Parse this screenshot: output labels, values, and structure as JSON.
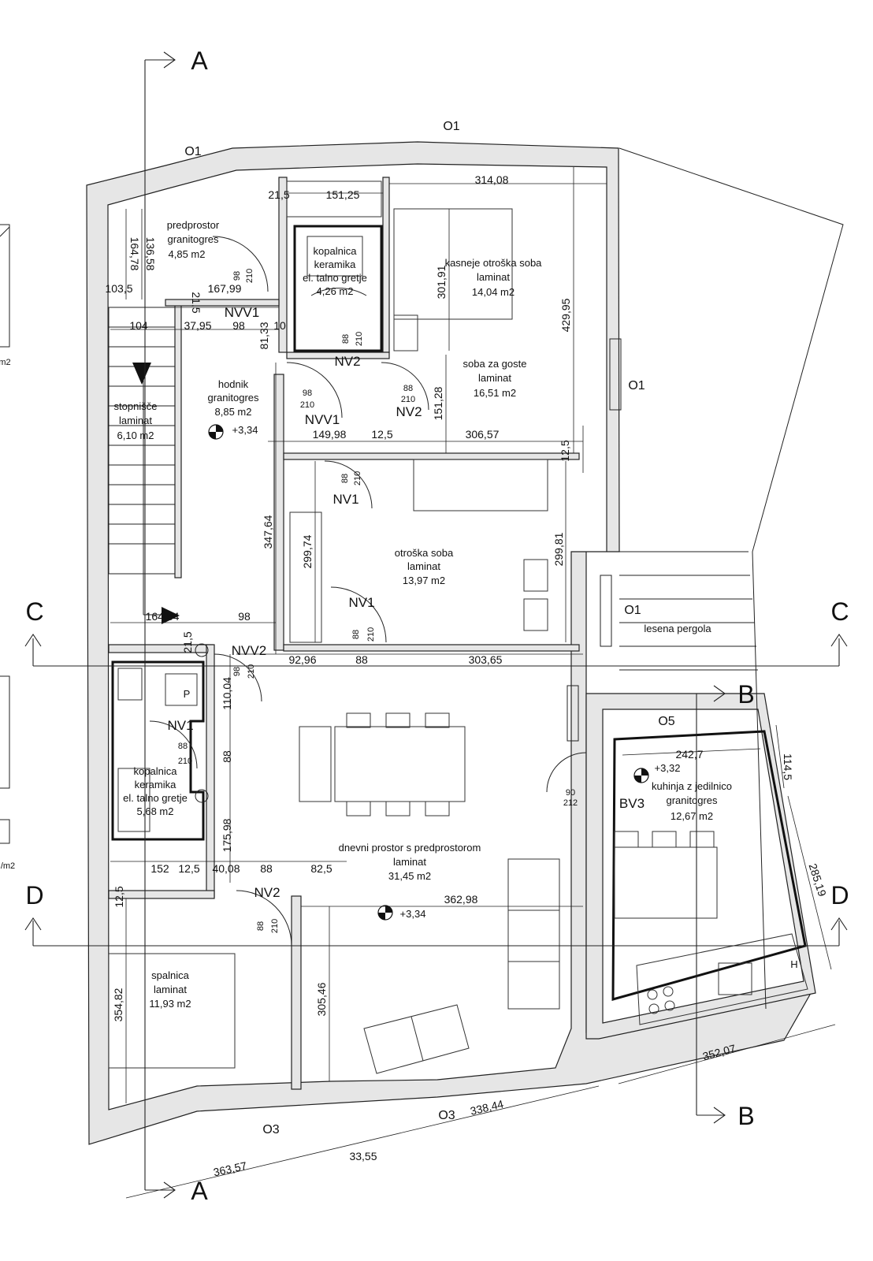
{
  "rooms": [
    {
      "name": "predprostor",
      "floor": "granitogres",
      "area": "4,85 m2"
    },
    {
      "name": "kopalnica",
      "floor": "keramika",
      "extra": "el. talno gretje",
      "area": "4,26 m2"
    },
    {
      "name": "kasneje otroška soba",
      "floor": "laminat",
      "area": "14,04 m2"
    },
    {
      "name": "soba za goste",
      "floor": "laminat",
      "area": "16,51 m2"
    },
    {
      "name": "hodnik",
      "floor": "granitogres",
      "area": "8,85 m2"
    },
    {
      "name": "stopnišče",
      "floor": "laminat",
      "area": "6,10 m2"
    },
    {
      "name": "otroška soba",
      "floor": "laminat",
      "area": "13,97 m2"
    },
    {
      "name": "kopalnica",
      "floor": "keramika",
      "extra": "el. talno gretje",
      "area": "5,68 m2"
    },
    {
      "name": "dnevni prostor s predprostorom",
      "floor": "laminat",
      "area": "31,45 m2"
    },
    {
      "name": "kuhinja z jedilnico",
      "floor": "granitogres",
      "area": "12,67 m2"
    },
    {
      "name": "spalnica",
      "floor": "laminat",
      "area": "11,93 m2"
    }
  ],
  "pergola": "lesena pergola",
  "sections": {
    "a": "A",
    "b": "B",
    "c": "C",
    "d": "D"
  },
  "openings": {
    "o1": "O1",
    "o3": "O3",
    "o5": "O5"
  },
  "doors": {
    "nvv1": "NVV1",
    "nvv2": "NVV2",
    "nv1": "NV1",
    "nv2": "NV2",
    "bv3": "BV3"
  },
  "levels": [
    "+3,34",
    "+3,34",
    "+3,32"
  ],
  "misc": {
    "p": "P",
    "h": "H"
  },
  "dims": {
    "d_21_5a": "21,5",
    "d_151_25": "151,25",
    "d_314_08": "314,08",
    "d_164_78": "164,78",
    "d_136_58": "136,58",
    "d_103_5": "103,5",
    "d_167_99": "167,99",
    "d_21_5b": "21,5",
    "d_37_95": "37,95",
    "d_104": "104",
    "d_98a": "98",
    "d_81_33": "81,33",
    "d_10": "10",
    "d_301_91": "301,91",
    "d_429_95": "429,95",
    "d_151_28": "151,28",
    "d_149_98": "149,98",
    "d_12_5a": "12,5",
    "d_306_57": "306,57",
    "d_12_5b": "12,5",
    "d_347_64": "347,64",
    "d_299_74": "299,74",
    "d_299_81": "299,81",
    "d_164_54": "164,54",
    "d_98b": "98",
    "d_21_5c": "21,5",
    "d_92_96": "92,96",
    "d_88a": "88",
    "d_303_65": "303,65",
    "d_110_04": "110,04",
    "d_88b": "88",
    "d_175_98": "175,98",
    "d_152": "152",
    "d_12_5c": "12,5",
    "d_40_08": "40,08",
    "d_88c": "88",
    "d_82_5": "82,5",
    "d_362_98": "362,98",
    "d_12_5d": "12,5",
    "d_242_7": "242,7",
    "d_114_5": "114,5",
    "d_285_19": "285,19",
    "d_354_82": "354,82",
    "d_305_46": "305,46",
    "d_352_07": "352,07",
    "d_338_44": "338,44",
    "d_33_55": "33,55",
    "d_363_57": "363,57"
  },
  "door_sizes": {
    "s98a": "98",
    "s210a": "210",
    "s88a": "88",
    "s210b": "210",
    "s98b": "98",
    "s210c": "210",
    "s88b": "88",
    "s210d": "210",
    "s88c": "88",
    "s210e": "210",
    "s88d": "88",
    "s210f": "210",
    "s98c": "98",
    "s210g": "210",
    "s88e": "88",
    "s210h": "210",
    "s88f": "88",
    "s210i": "210",
    "s90": "90",
    "s212": "212"
  },
  "side_labels": {
    "m2a": "m2",
    "m2b": "/m2"
  }
}
